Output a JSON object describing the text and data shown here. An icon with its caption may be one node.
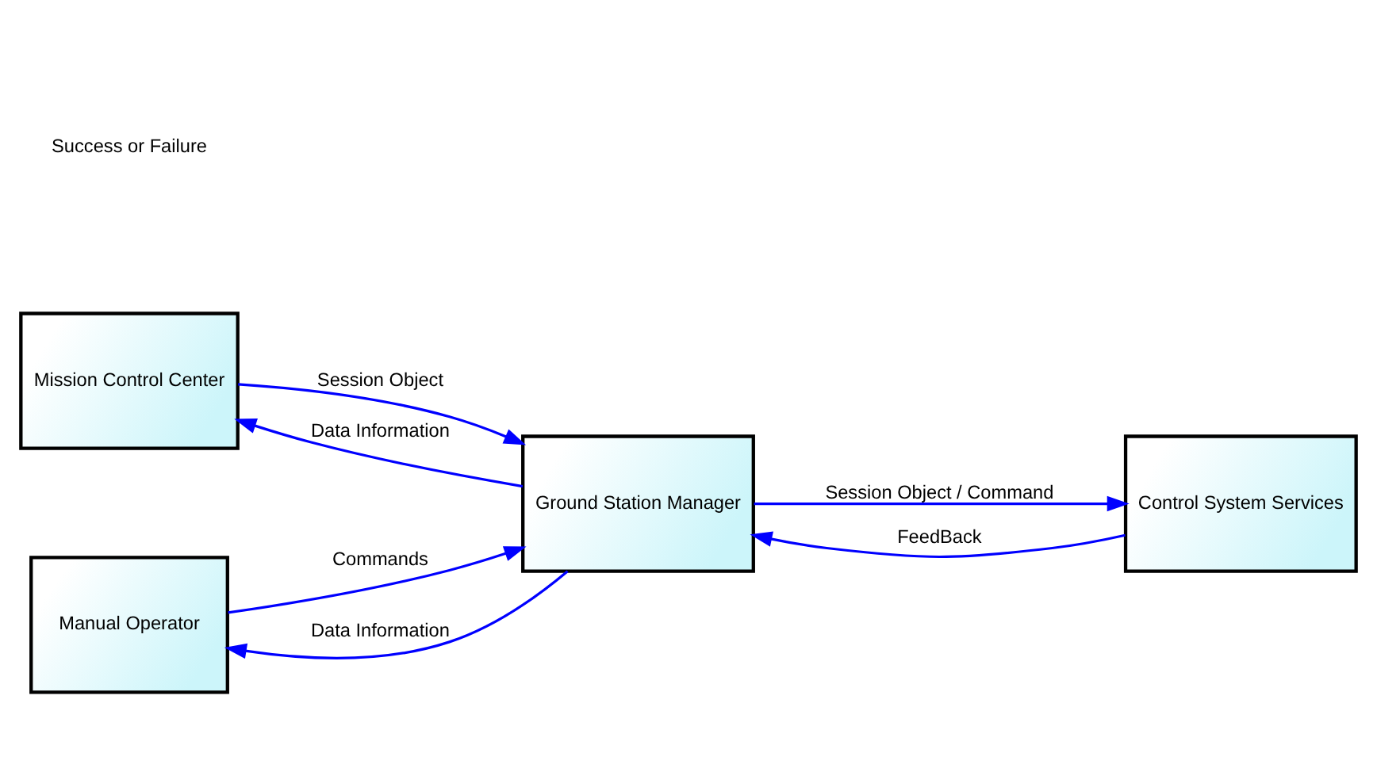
{
  "diagram": {
    "nodes": [
      {
        "text": [
          "Mission Control Center"
        ]
      },
      {
        "text": [
          "Manual Operator"
        ]
      },
      {
        "text": [
          "Ground Station Manager"
        ]
      },
      {
        "text": [
          "Control System Services"
        ]
      }
    ],
    "edges": [
      {
        "from": 2,
        "to": 0,
        "arrow": "to",
        "label": "Data Information"
      },
      {
        "from": 0,
        "to": 2,
        "arrow": "to",
        "label": "Session Object"
      },
      {
        "from": 1,
        "to": 2,
        "arrow": "to",
        "label": "Commands"
      },
      {
        "from": 2,
        "to": 1,
        "arrow": "to",
        "label": "Data Information"
      },
      {
        "from": 2,
        "to": 3,
        "arrow": "to",
        "label": "Session Object / Command"
      },
      {
        "from": 3,
        "to": 2,
        "arrow": "to",
        "label": "FeedBack"
      }
    ],
    "labels": [
      "Success or Failure"
    ]
  }
}
